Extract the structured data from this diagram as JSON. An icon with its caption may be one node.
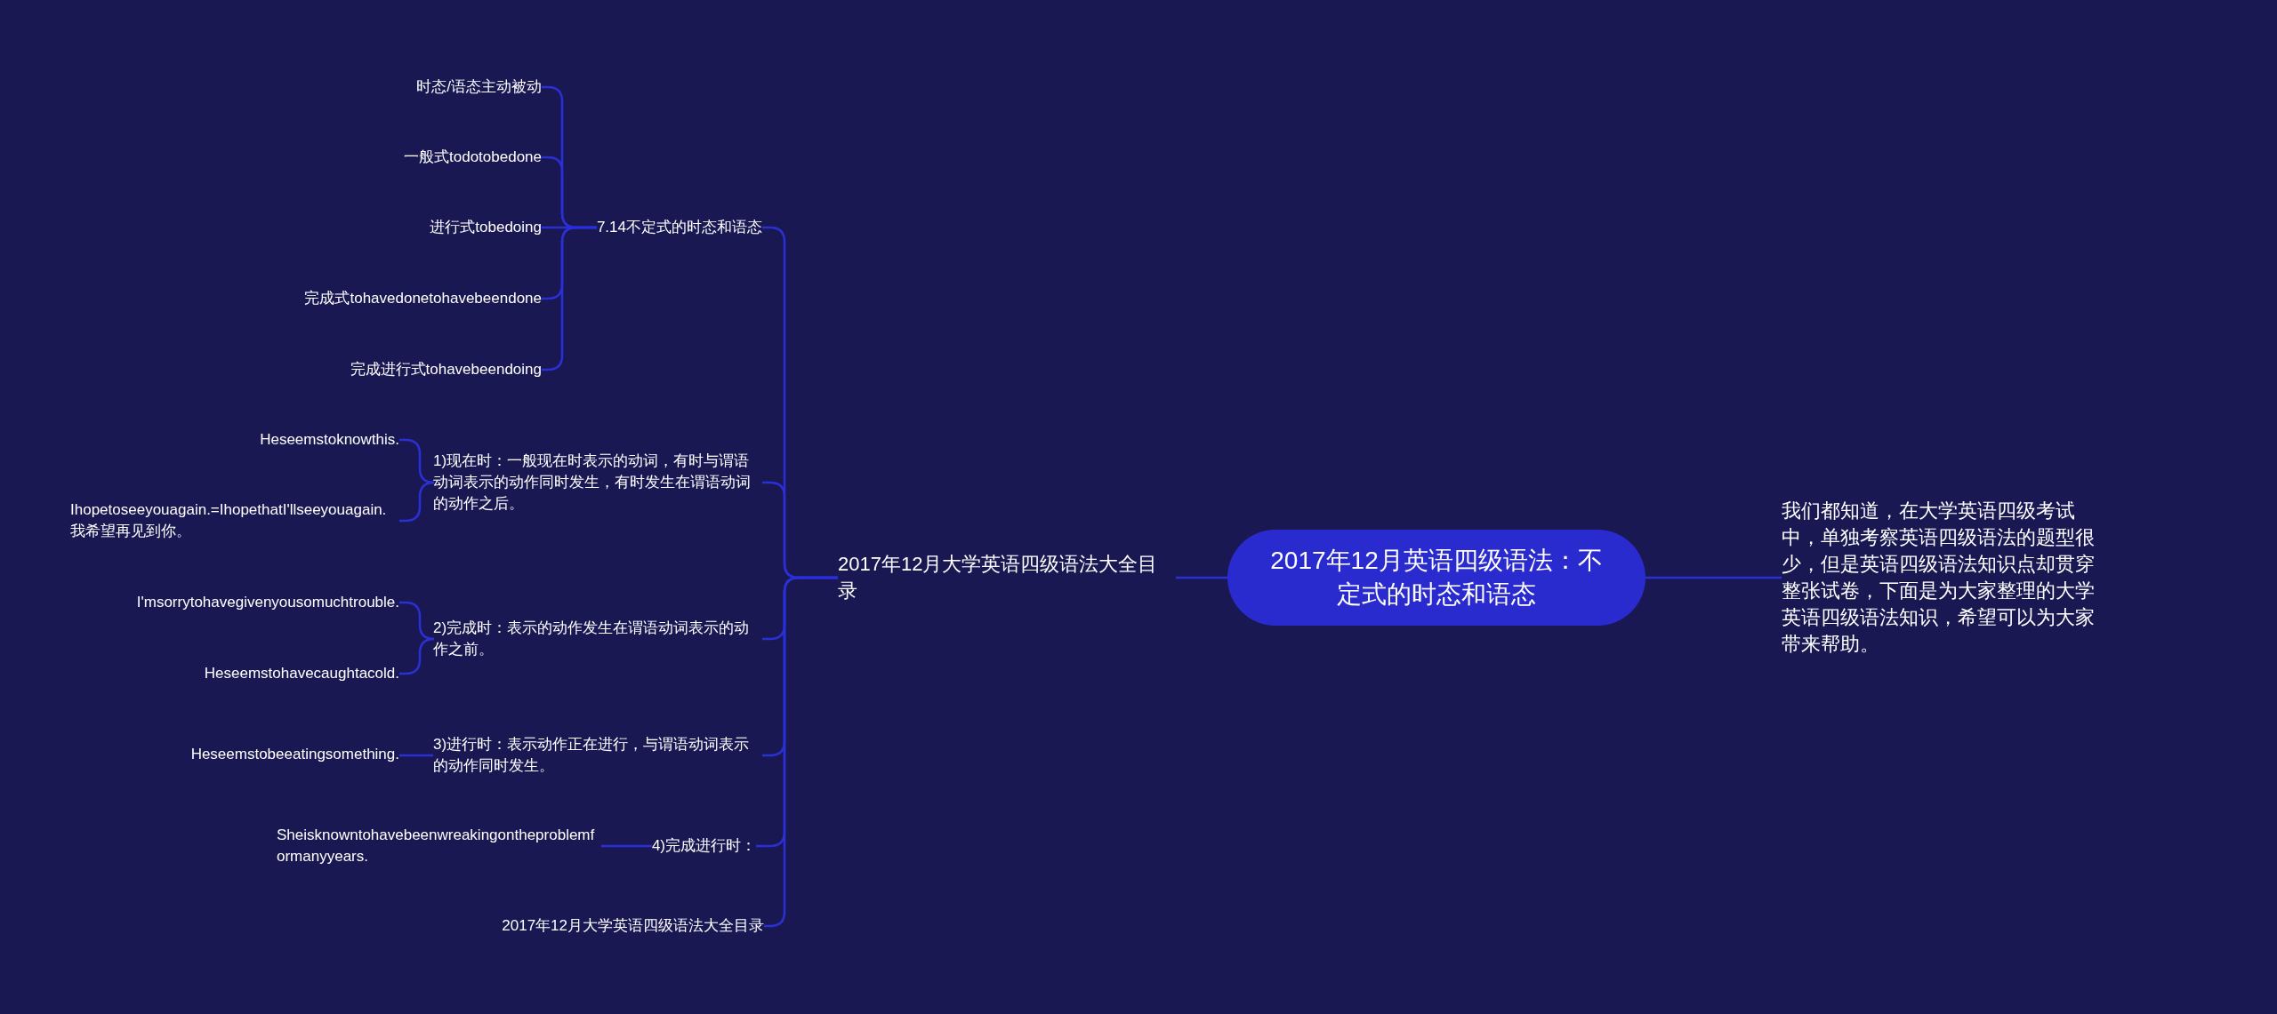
{
  "diagram": {
    "nodes": [
      {
        "text": [
          "2017年12月英语四级语法：不定式的时态和语态"
        ]
      },
      {
        "text": [
          "我们都知道，在大学英语四级考试中，单独考察英语四级语法的题型很少，但是英语四级语法知识点却贯穿整张试卷，下面是为大家整理的大学英语四级语法知识，希望可以为大家带来帮助。"
        ]
      },
      {
        "text": [
          "2017年12月大学英语四级语法大全目录"
        ]
      },
      {
        "text": [
          "7.14不定式的时态和语态"
        ]
      },
      {
        "text": [
          "1)现在时：一般现在时表示的动词，有时与谓语动词表示的动作同时发生，有时发生在谓语动词的动作之后。"
        ]
      },
      {
        "text": [
          "2)完成时：表示的动作发生在谓语动词表示的动作之前。"
        ]
      },
      {
        "text": [
          "3)进行时：表示动作正在进行，与谓语动词表示的动作同时发生。"
        ]
      },
      {
        "text": [
          "4)完成进行时："
        ]
      },
      {
        "text": [
          "2017年12月大学英语四级语法大全目录"
        ]
      },
      {
        "text": [
          "时态/语态主动被动"
        ]
      },
      {
        "text": [
          "一般式todotobedone"
        ]
      },
      {
        "text": [
          "进行式tobedoing"
        ]
      },
      {
        "text": [
          "完成式tohavedonetohavebeendone"
        ]
      },
      {
        "text": [
          "完成进行式tohavebeendoing"
        ]
      },
      {
        "text": [
          "Heseemstoknowthis."
        ]
      },
      {
        "text": [
          "Ihopetoseeyouagain.=IhopethatI'llseeyouagain.我希望再见到你。"
        ]
      },
      {
        "text": [
          "I'msorrytohavegivenyousomuchtrouble."
        ]
      },
      {
        "text": [
          "Heseemstohavecaughtacold."
        ]
      },
      {
        "text": [
          "Heseemstobeeatingsomething."
        ]
      },
      {
        "text": [
          "Sheisknowntohavebeenwreakingontheproblemformanyyears."
        ]
      }
    ],
    "edges": [
      {
        "from": 0,
        "to": 1,
        "arrow": "none"
      },
      {
        "from": 0,
        "to": 2,
        "arrow": "none"
      },
      {
        "from": 2,
        "to": 3,
        "arrow": "none"
      },
      {
        "from": 2,
        "to": 4,
        "arrow": "none"
      },
      {
        "from": 2,
        "to": 5,
        "arrow": "none"
      },
      {
        "from": 2,
        "to": 6,
        "arrow": "none"
      },
      {
        "from": 2,
        "to": 7,
        "arrow": "none"
      },
      {
        "from": 2,
        "to": 8,
        "arrow": "none"
      },
      {
        "from": 3,
        "to": 9,
        "arrow": "none"
      },
      {
        "from": 3,
        "to": 10,
        "arrow": "none"
      },
      {
        "from": 3,
        "to": 11,
        "arrow": "none"
      },
      {
        "from": 3,
        "to": 12,
        "arrow": "none"
      },
      {
        "from": 3,
        "to": 13,
        "arrow": "none"
      },
      {
        "from": 4,
        "to": 14,
        "arrow": "none"
      },
      {
        "from": 4,
        "to": 15,
        "arrow": "none"
      },
      {
        "from": 5,
        "to": 16,
        "arrow": "none"
      },
      {
        "from": 5,
        "to": 17,
        "arrow": "none"
      },
      {
        "from": 6,
        "to": 18,
        "arrow": "none"
      },
      {
        "from": 7,
        "to": 19,
        "arrow": "none"
      }
    ]
  }
}
